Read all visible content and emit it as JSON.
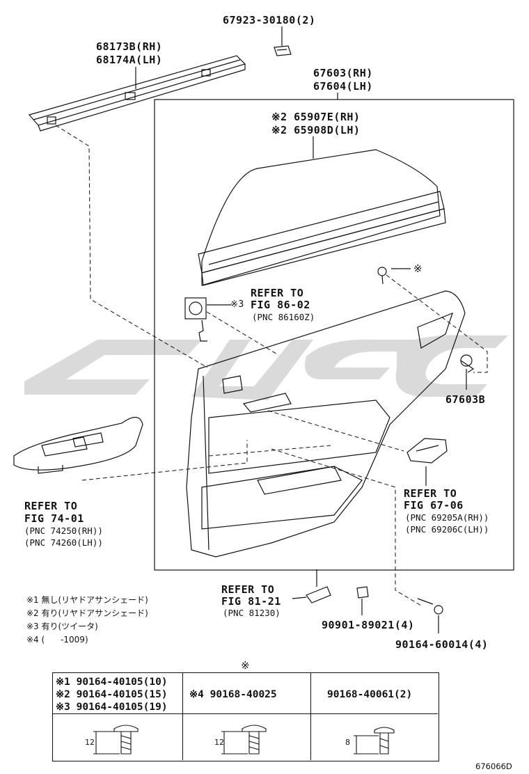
{
  "parts": {
    "p1": "67923-30180(2)",
    "p2a": "68173B(RH)",
    "p2b": "68174A(LH)",
    "p3a": "67603(RH)",
    "p3b": "67604(LH)",
    "p4a": "※2 65907E(RH)",
    "p4b": "※2 65908D(LH)",
    "p5": "※",
    "p6": "※3",
    "p7": "67603B",
    "p8": "90901-89021(4)",
    "p9": "90164-60014(4)"
  },
  "refs": {
    "r1": [
      "REFER TO",
      "FIG 86-02",
      "(PNC 86160Z)"
    ],
    "r2": [
      "REFER TO",
      "FIG 74-01",
      "(PNC 74250(RH))",
      "(PNC 74260(LH))"
    ],
    "r3": [
      "REFER TO",
      "FIG 67-06",
      "(PNC 69205A(RH))",
      "(PNC 69206C(LH))"
    ],
    "r4": [
      "REFER TO",
      "FIG 81-21",
      "(PNC 81230)"
    ]
  },
  "notes": [
    "※1 無し(リヤドアサンシェード)",
    "※2 有り(リヤドアサンシェード)",
    "※3 有り(ツイータ)",
    "※4 (      -1009)"
  ],
  "table": {
    "marker": "※",
    "col1": [
      "※1 90164-40105(10)",
      "※2 90164-40105(15)",
      "※3 90164-40105(19)"
    ],
    "col2": "※4 90168-40025",
    "col3": "90168-40061(2)",
    "dims": [
      "12",
      "12",
      "8"
    ]
  },
  "watermark_color": "#d2d2d2",
  "diagram_id": "676066D"
}
